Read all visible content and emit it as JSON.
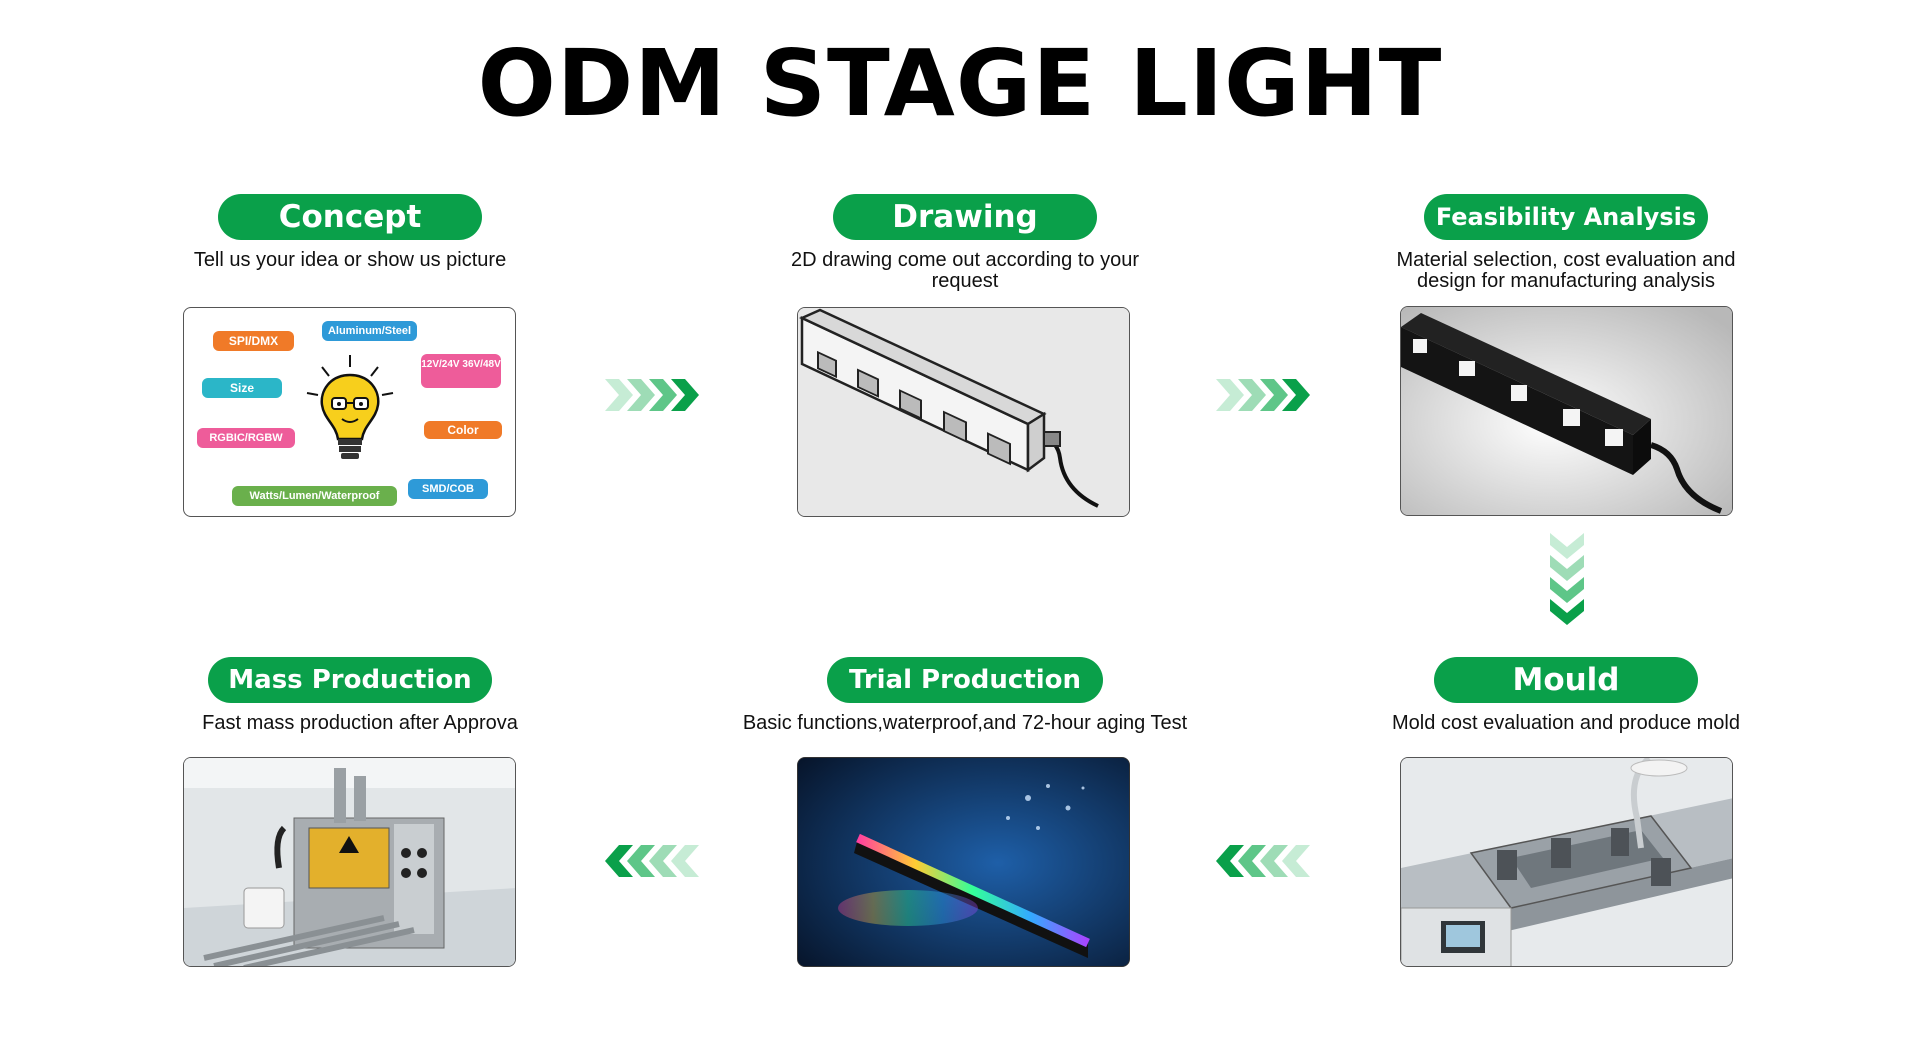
{
  "title": "ODM STAGE LIGHT",
  "colors": {
    "accent": "#0aa04a",
    "chevron_light": "#bfe9cf",
    "chevron_dark": "#0aa04a"
  },
  "steps": [
    {
      "label": "Concept",
      "description": "Tell us your idea or show us picture",
      "image": "idea-lightbulb-illustration"
    },
    {
      "label": "Drawing",
      "description": "2D drawing come out according to your request",
      "image": "led-bar-sketch"
    },
    {
      "label": "Feasibility Analysis",
      "description": "Material selection, cost evaluation and design for manufacturing analysis",
      "image": "led-bar-product-photo"
    },
    {
      "label": "Mould",
      "description": "Mold cost evaluation and produce mold",
      "image": "mould-machine-photo"
    },
    {
      "label": "Trial Production",
      "description": "Basic functions,waterproof,and 72-hour aging Test",
      "image": "rgb-bar-in-water-photo"
    },
    {
      "label": "Mass Production",
      "description": "Fast mass production after Approva",
      "image": "production-machine-photo"
    }
  ],
  "concept_tags": [
    "SPI/DMX",
    "Aluminum/Steel",
    "12V/24V 36V/48V",
    "Size",
    "Color",
    "RGBIC/RGBW",
    "SMD/COB",
    "Watts/Lumen/Waterproof"
  ]
}
